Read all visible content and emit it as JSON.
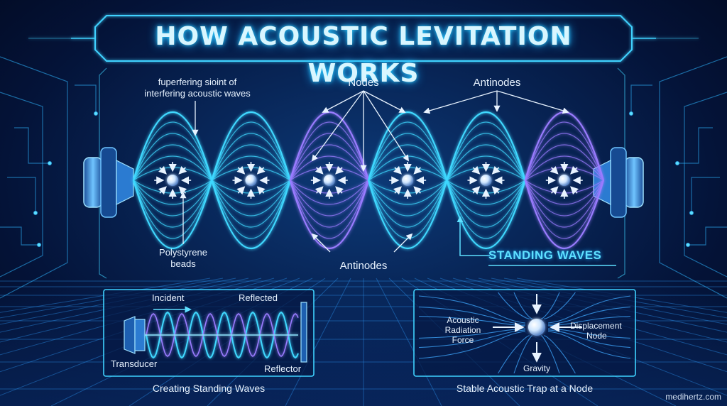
{
  "title": "HOW ACOUSTIC LEVITATION WORKS",
  "labels": {
    "interfering_line1": "fuperfering sioint of",
    "interfering_line2": "interfering acoustic waves",
    "nodes": "Nodes",
    "antinodes_top": "Antinodes",
    "antinodes_bottom": "Antinodes",
    "beads_line1": "Polystyrene",
    "beads_line2": "beads",
    "standing_waves": "STANDING WAVES"
  },
  "panel_left": {
    "incident": "Incident",
    "reflected": "Reflected",
    "transducer": "Transducer",
    "reflector": "Reflector",
    "caption": "Creating Standing Waves"
  },
  "panel_right": {
    "radiation_line1": "Acoustic",
    "radiation_line2": "Radiation",
    "radiation_line3": "Force",
    "displacement_line1": "Displacement",
    "displacement_line2": "Node",
    "gravity": "Gravity",
    "caption": "Stable Acoustic Trap at a Node"
  },
  "footer": "medihertz.com",
  "colors": {
    "accent": "#2fd0ff",
    "violet": "#8a6bff",
    "bg": "#041338"
  }
}
